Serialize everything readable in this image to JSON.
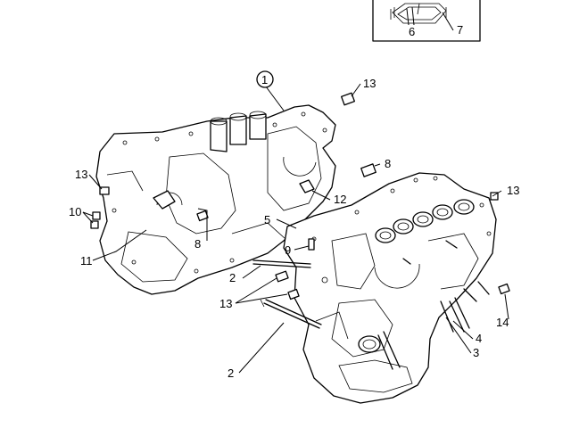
{
  "diagram": {
    "callouts": {
      "c1": "1",
      "c2a": "2",
      "c2b": "2",
      "c3": "3",
      "c4": "4",
      "c5": "5",
      "c6": "6",
      "c7": "7",
      "c8a": "8",
      "c8b": "8",
      "c9": "9",
      "c10": "10",
      "c11": "11",
      "c12": "12",
      "c13a": "13",
      "c13b": "13",
      "c13c": "13",
      "c13d": "13",
      "c14": "14"
    }
  }
}
